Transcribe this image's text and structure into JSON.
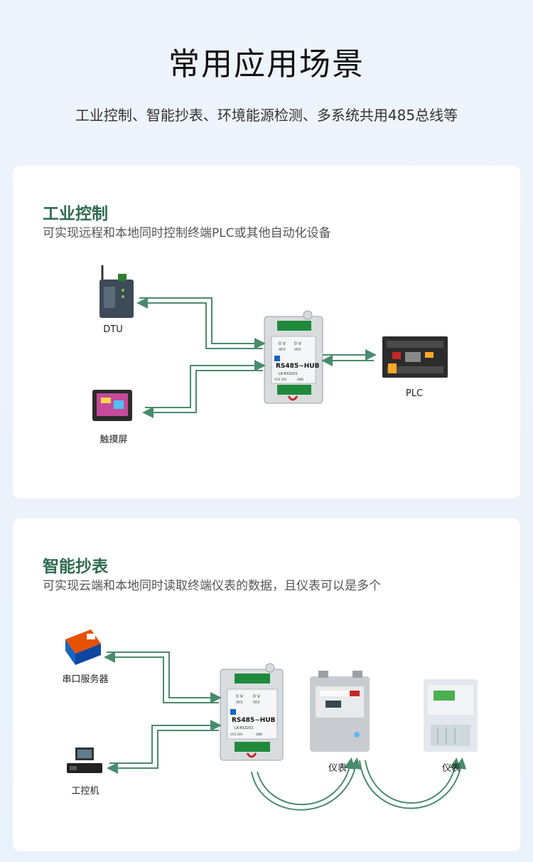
{
  "page": {
    "title": "常用应用场景",
    "subtitle": "工业控制、智能抄表、环境能源检测、多系统共用485总线等"
  },
  "scenes": [
    {
      "title": "工业控制",
      "desc": "可实现远程和本地同时控制终端PLC或其他自动化设备",
      "devices": [
        "DTU",
        "触摸屏",
        "PLC"
      ],
      "hub": {
        "model": "RS485~HUB",
        "code": "LK-RS3201",
        "top_left": "0 V",
        "top_right": "0 V",
        "sub_left": "0K0",
        "sub_right": "0K0",
        "bottom_left": "VCX 24V",
        "bottom_right": "GND"
      }
    },
    {
      "title": "智能抄表",
      "desc": "可实现云端和本地同时读取终端仪表的数据，且仪表可以是多个",
      "devices": [
        "串口服务器",
        "工控机",
        "仪表",
        "仪表"
      ],
      "hub": {
        "model": "RS485~HUB",
        "code": "LK-RS3201",
        "top_left": "0 V",
        "top_right": "0 V",
        "sub_left": "0K0",
        "sub_right": "0K0",
        "bottom_left": "VCX 24V",
        "bottom_right": "GND"
      }
    }
  ],
  "colors": {
    "accent": "#2f6a4f",
    "arrow": "#4a8b6d",
    "hub_green": "#1f8a3c"
  }
}
